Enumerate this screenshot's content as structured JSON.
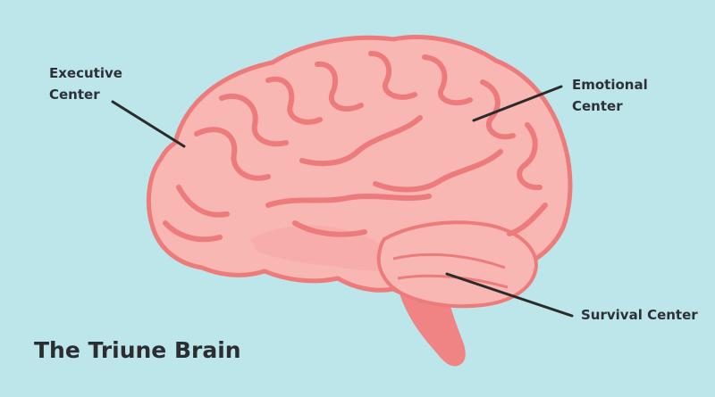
{
  "title": "The Triune Brain",
  "labels": {
    "executive": {
      "line1": "Executive",
      "line2": "Center"
    },
    "emotional": {
      "line1": "Emotional",
      "line2": "Center"
    },
    "survival": {
      "line1": "Survival Center"
    }
  },
  "colors": {
    "background": "#bde6ea",
    "brain_fill": "#f8b7b3",
    "brain_groove": "#ee7b7b",
    "brainstem": "#f08383",
    "leader_line": "#2b2b2b",
    "text": "#2c3137"
  }
}
